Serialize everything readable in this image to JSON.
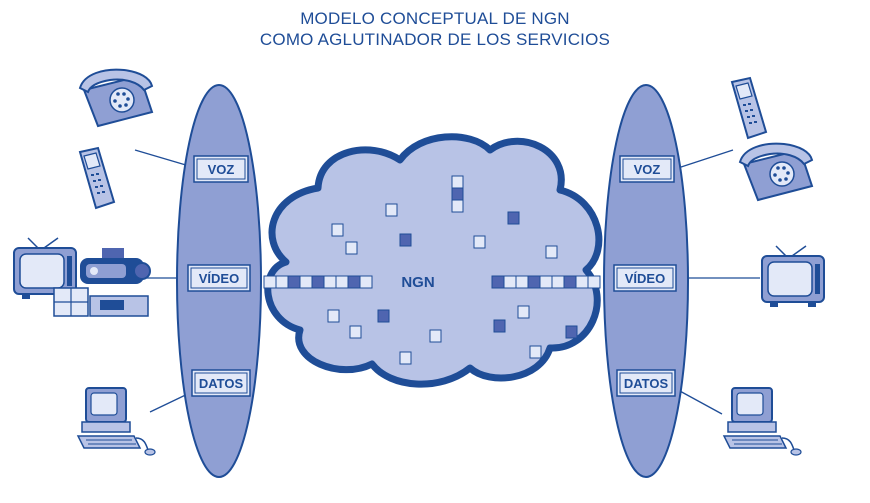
{
  "title": {
    "line1": "MODELO CONCEPTUAL DE NGN",
    "line2": "COMO AGLUTINADOR DE LOS SERVICIOS"
  },
  "left_access": {
    "voz": "VOZ",
    "video": "VÍDEO",
    "datos": "DATOS"
  },
  "right_access": {
    "voz": "VOZ",
    "video": "VÍDEO",
    "datos": "DATOS"
  },
  "network": {
    "label": "NGN"
  },
  "colors": {
    "title": "#1f4d97",
    "ellipse_fill": "#8f9fd3",
    "ellipse_stroke": "#1f4d97",
    "cloud_fill": "#b8c3e6",
    "cloud_stroke": "#1f4d97",
    "packet_dark": "#4f65b0",
    "packet_light": "#e3e9f8"
  },
  "devices_left": [
    "desk-phone-icon",
    "mobile-phone-icon",
    "tv-camcorder-vcr-icon",
    "computer-icon"
  ],
  "devices_right": [
    "mobile-phone-icon",
    "desk-phone-icon",
    "tv-icon",
    "computer-icon"
  ]
}
